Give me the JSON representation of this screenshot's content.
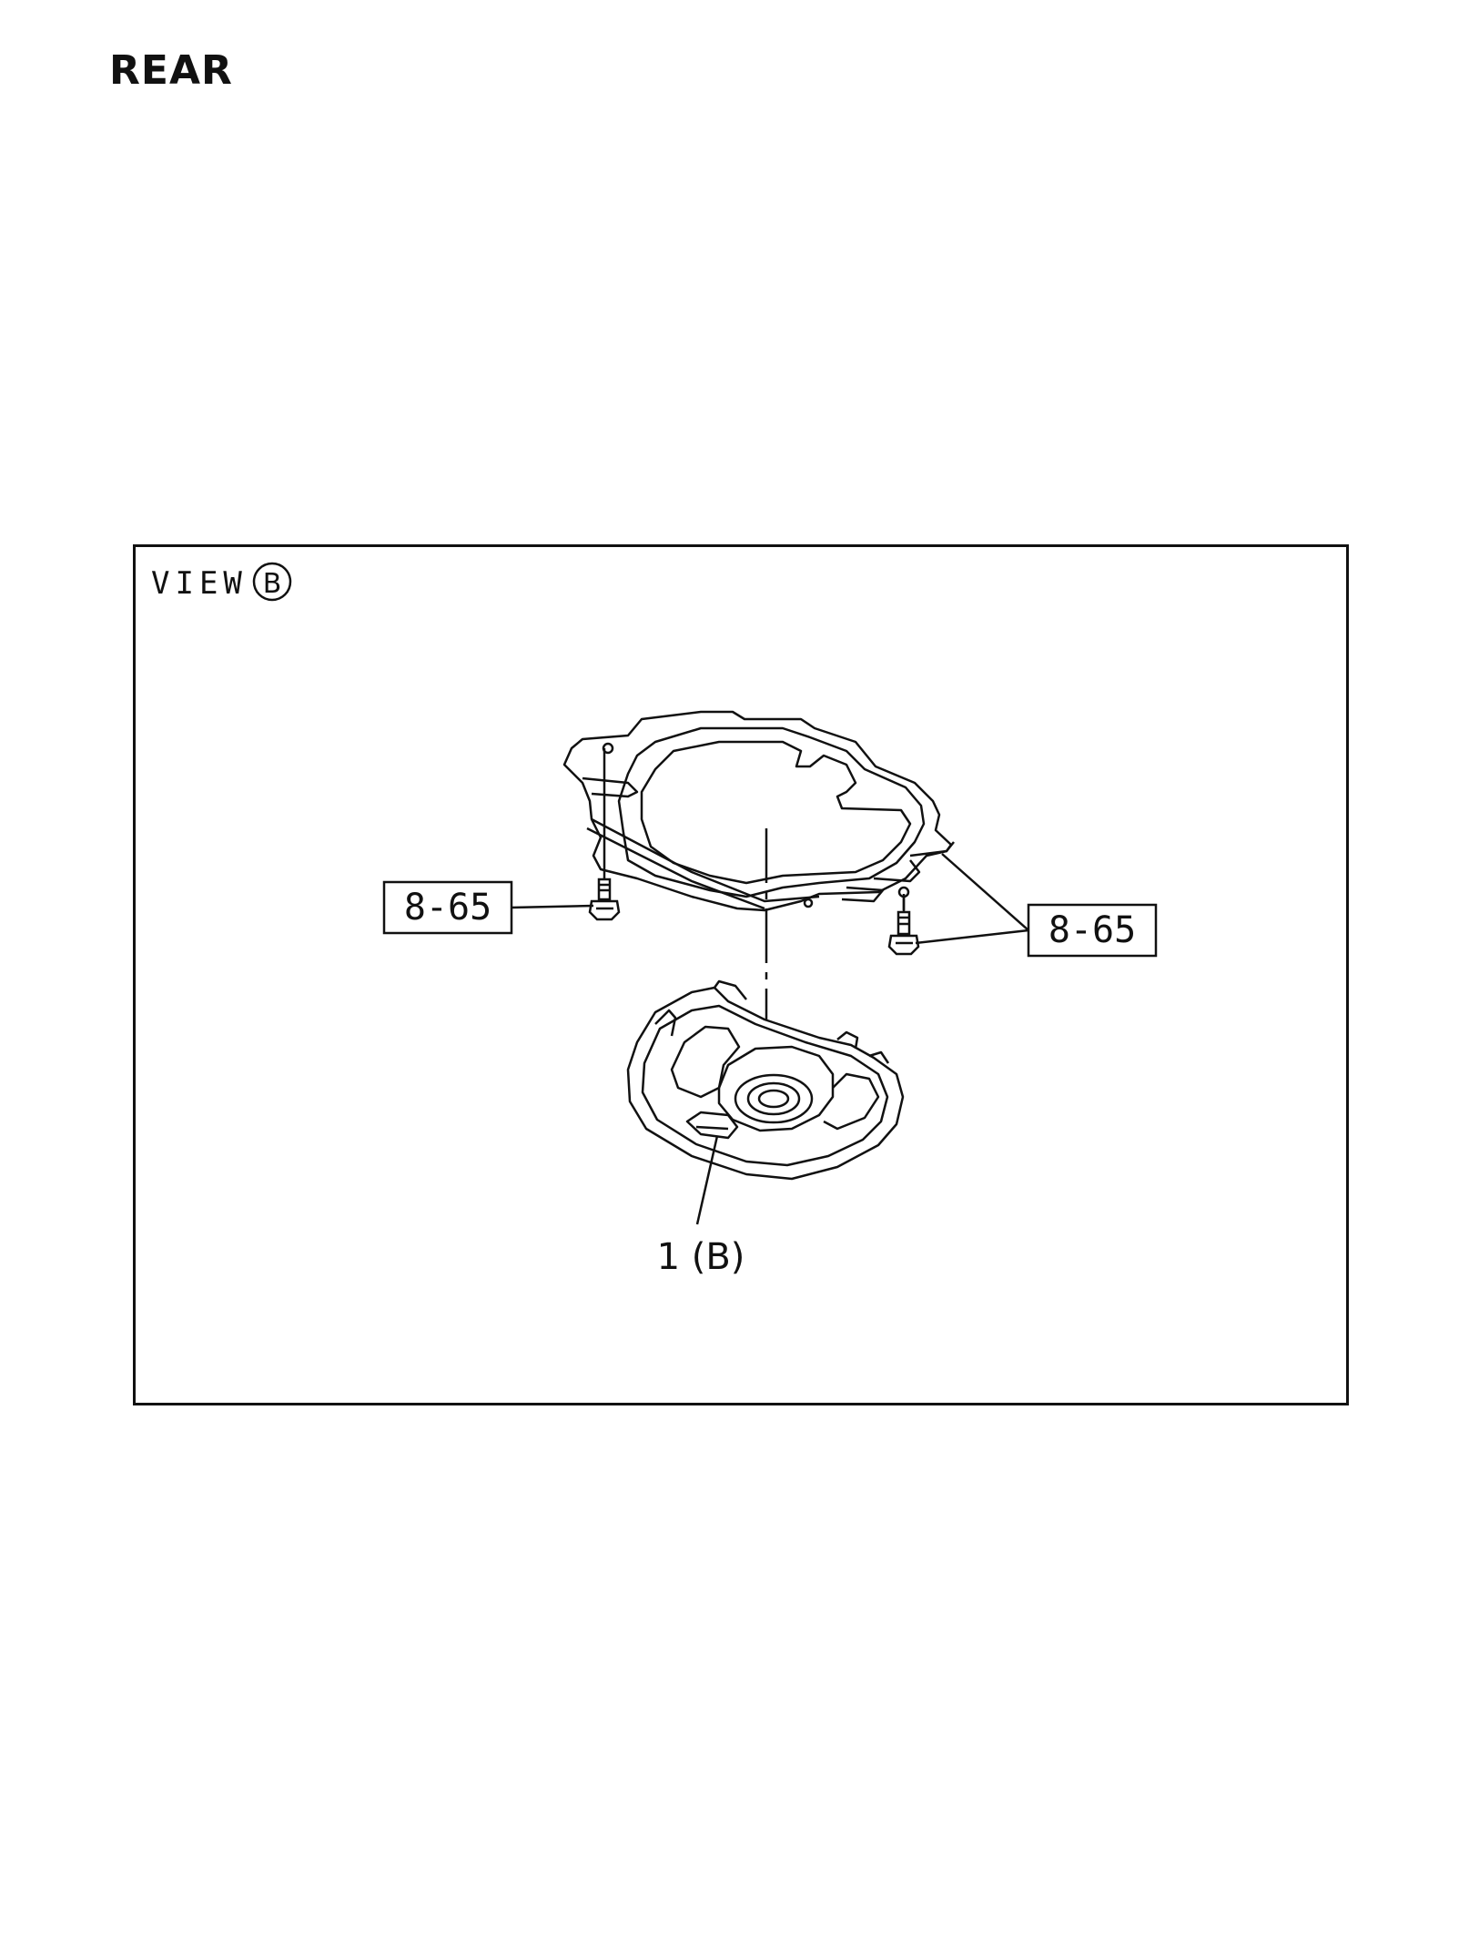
{
  "page": {
    "heading": "REAR"
  },
  "view": {
    "label_text": "VIEW",
    "label_letter": "B"
  },
  "callouts": {
    "left_bolt_ref": "8-65",
    "right_bolt_ref": "8-65",
    "part_ref": "1 (B)"
  },
  "colors": {
    "ink": "#111111",
    "paper": "#ffffff"
  }
}
